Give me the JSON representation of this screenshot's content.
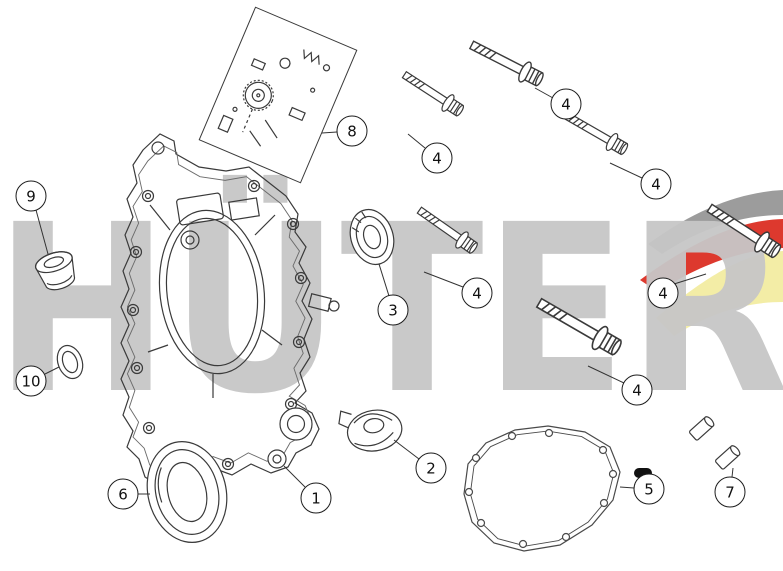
{
  "diagram": {
    "watermark": {
      "text": "HÜTER",
      "color": "#c7c7c7"
    },
    "brand_logo": {
      "gray": "#9c9c9c",
      "red": "#dd392e",
      "yellow": "#f3eda6"
    },
    "line_color": "#3a3a3a"
  },
  "callouts": [
    {
      "label": "1"
    },
    {
      "label": "2"
    },
    {
      "label": "3"
    },
    {
      "label": "4"
    },
    {
      "label": "4"
    },
    {
      "label": "4"
    },
    {
      "label": "4"
    },
    {
      "label": "4"
    },
    {
      "label": "4"
    },
    {
      "label": "5"
    },
    {
      "label": "6"
    },
    {
      "label": "7"
    },
    {
      "label": "8"
    },
    {
      "label": "9"
    },
    {
      "label": "10"
    }
  ]
}
